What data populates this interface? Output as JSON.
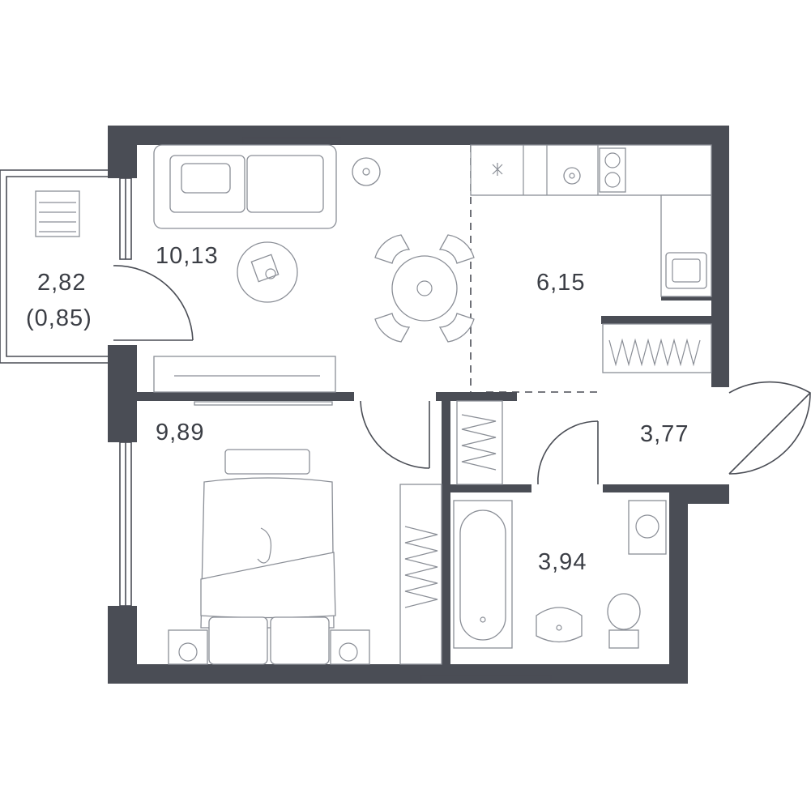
{
  "rooms": {
    "balcony": {
      "area": "2,82",
      "reduced_area": "(0,85)"
    },
    "living_room": {
      "area": "10,13"
    },
    "kitchen": {
      "area": "6,15"
    },
    "bedroom": {
      "area": "9,89"
    },
    "hallway": {
      "area": "3,77"
    },
    "bathroom": {
      "area": "3,94"
    }
  },
  "colors": {
    "wall": "#4a4d55",
    "furniture": "#8a8e96",
    "background": "#ffffff"
  }
}
